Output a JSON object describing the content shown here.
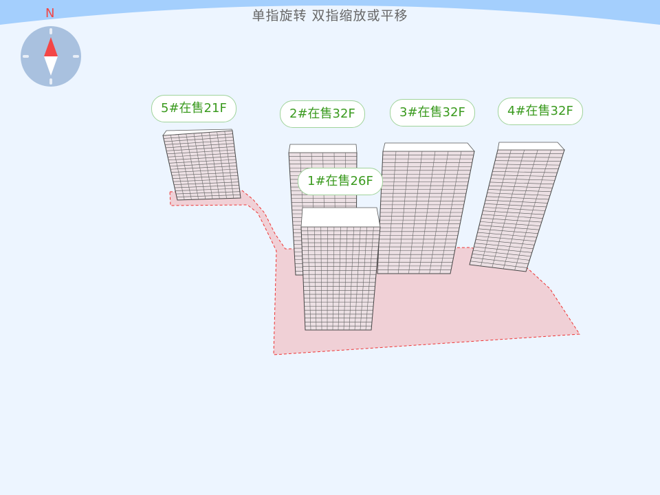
{
  "header": {
    "hint": "单指旋转 双指缩放或平移"
  },
  "compass": {
    "north_label": "N",
    "needle_north_color": "#f44646",
    "needle_south_color": "#ffffff"
  },
  "buildings": [
    {
      "id": "5",
      "label": "5#在售21F",
      "floors": 21
    },
    {
      "id": "2",
      "label": "2#在售32F",
      "floors": 32
    },
    {
      "id": "3",
      "label": "3#在售32F",
      "floors": 32
    },
    {
      "id": "4",
      "label": "4#在售32F",
      "floors": 32
    },
    {
      "id": "1",
      "label": "1#在售26F",
      "floors": 26
    }
  ],
  "colors": {
    "site_fill": "#f0d0d6",
    "site_border": "#ee3333",
    "facade": "#ece0e4",
    "sky": "#a4cffd",
    "background": "#edf5ff"
  }
}
